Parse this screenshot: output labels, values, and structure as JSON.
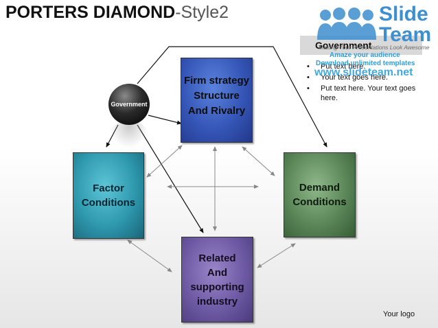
{
  "title": {
    "main": "PORTERS DIAMOND",
    "sub": "-Style2"
  },
  "boxes": {
    "firm": "Firm strategy\nStructure\nAnd Rivalry",
    "factor": "Factor\nConditions",
    "demand": "Demand\nConditions",
    "related": "Related\nAnd\nsupporting\nindustry"
  },
  "government_ball": "Government",
  "info": {
    "heading": "Government",
    "bullets": [
      "Put text here.",
      "Your text goes here.",
      "Put text here. Your text goes here."
    ]
  },
  "brand": {
    "slide": "Slide",
    "team": "Team",
    "tagline": "Making Your Presentations Look Awesome",
    "line1": "Amaze your audience",
    "line2": "Download unlimited templates",
    "url": "www.slideteam.net"
  },
  "logo": "Your logo",
  "colors": {
    "firm": "#3556b7",
    "factor": "#2e98ad",
    "demand": "#5a8658",
    "related": "#6d5aa4",
    "brand": "#3d8fd0"
  }
}
